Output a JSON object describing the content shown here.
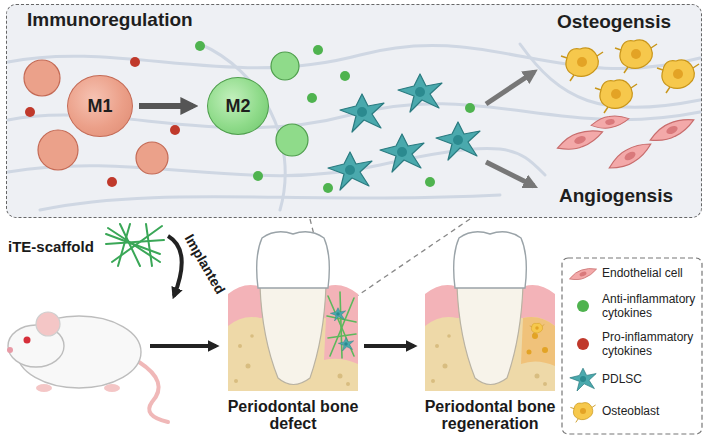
{
  "diagram": {
    "nodes": [
      {
        "text": [
          "Immunoregulation",
          "Osteogensis",
          "Angiogensis"
        ]
      },
      {
        "text": [
          "M1"
        ],
        "in": 0
      },
      {
        "text": [
          "M2"
        ],
        "in": 0
      }
    ],
    "edges": [
      {
        "from": 1,
        "to": 2,
        "arrow": "to"
      }
    ],
    "labels": [
      "iTE-scaffold",
      "Implanted",
      "Periodontal bone defect",
      "Periodontal bone regeneration"
    ],
    "legend": [
      {
        "text": "Endothelial cell"
      },
      {
        "text": "Anti-inflammatory cytokines"
      },
      {
        "text": "Pro-inflammatory cytokines"
      },
      {
        "text": "PDLSC"
      },
      {
        "text": "Osteoblast"
      }
    ]
  }
}
